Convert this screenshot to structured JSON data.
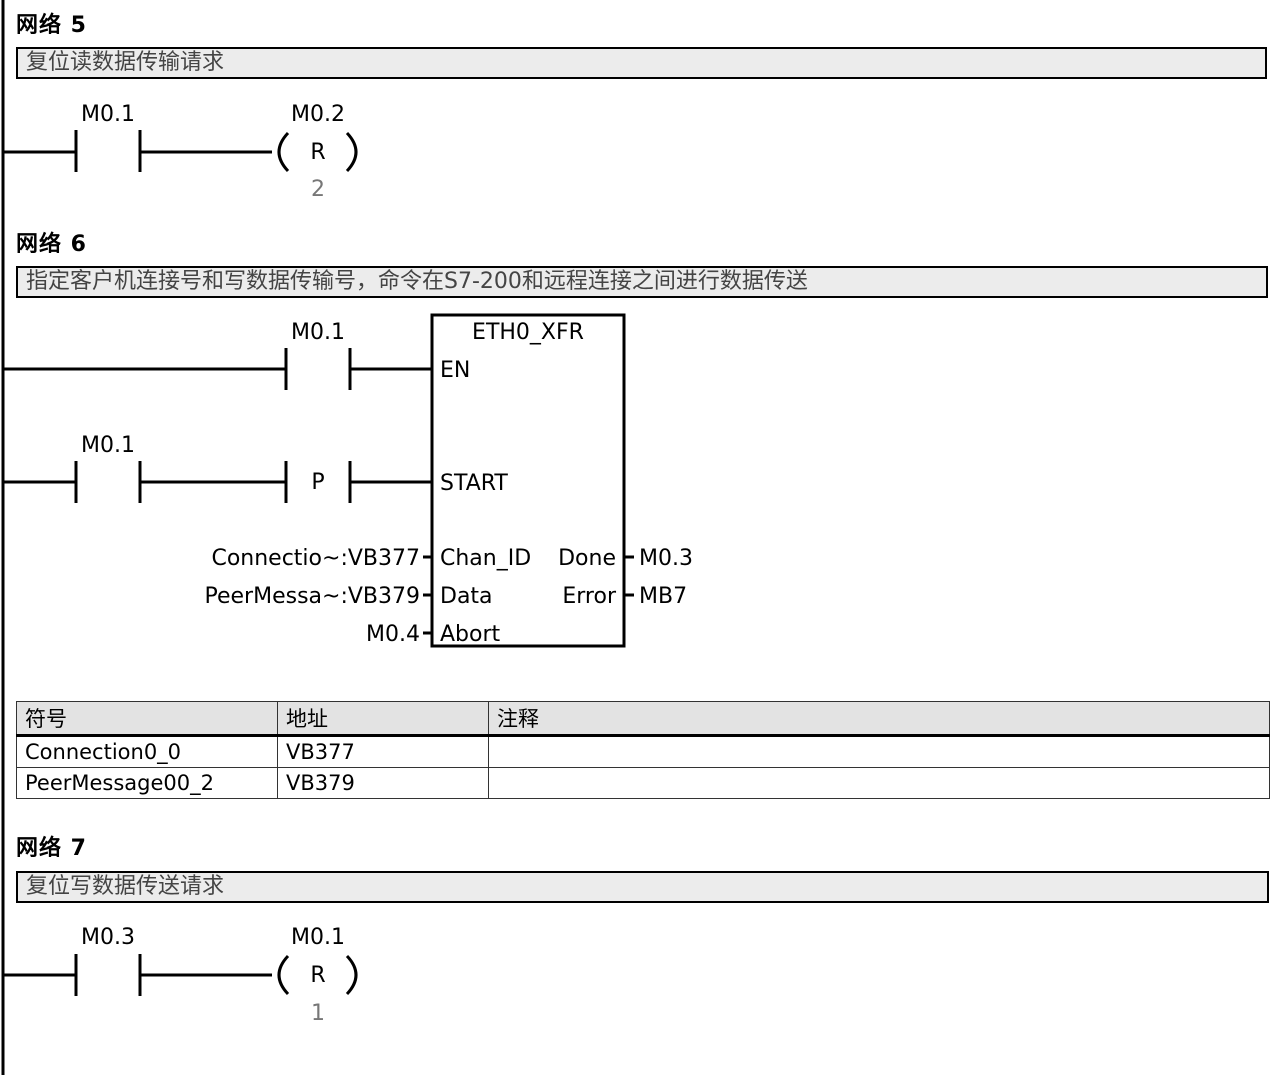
{
  "networks": [
    {
      "title": "网络 5",
      "comment": "复位读数据传输请求",
      "contact_label": "M0.1",
      "coil_label": "M0.2",
      "coil_letter": "R",
      "coil_count": "2"
    },
    {
      "title": "网络 6",
      "comment": "指定客户机连接号和写数据传输号，命令在S7-200和远程连接之间进行数据传送",
      "en_contact_label": "M0.1",
      "start_contact_label": "M0.1",
      "p_letter": "P",
      "block": {
        "name": "ETH0_XFR",
        "inputs": [
          "EN",
          "START",
          "Chan_ID",
          "Data",
          "Abort"
        ],
        "outputs": [
          "Done",
          "Error"
        ]
      },
      "input_operands": {
        "chan_id": "Connectio~:VB377",
        "data": "PeerMessa~:VB379",
        "abort": "M0.4"
      },
      "output_operands": {
        "done": "M0.3",
        "error": "MB7"
      },
      "symbol_table": {
        "headers": [
          "符号",
          "地址",
          "注释"
        ],
        "rows": [
          [
            "Connection0_0",
            "VB377",
            ""
          ],
          [
            "PeerMessage00_2",
            "VB379",
            ""
          ]
        ]
      }
    },
    {
      "title": "网络 7",
      "comment": "复位写数据传送请求",
      "contact_label": "M0.3",
      "coil_label": "M0.1",
      "coil_letter": "R",
      "coil_count": "1"
    }
  ]
}
